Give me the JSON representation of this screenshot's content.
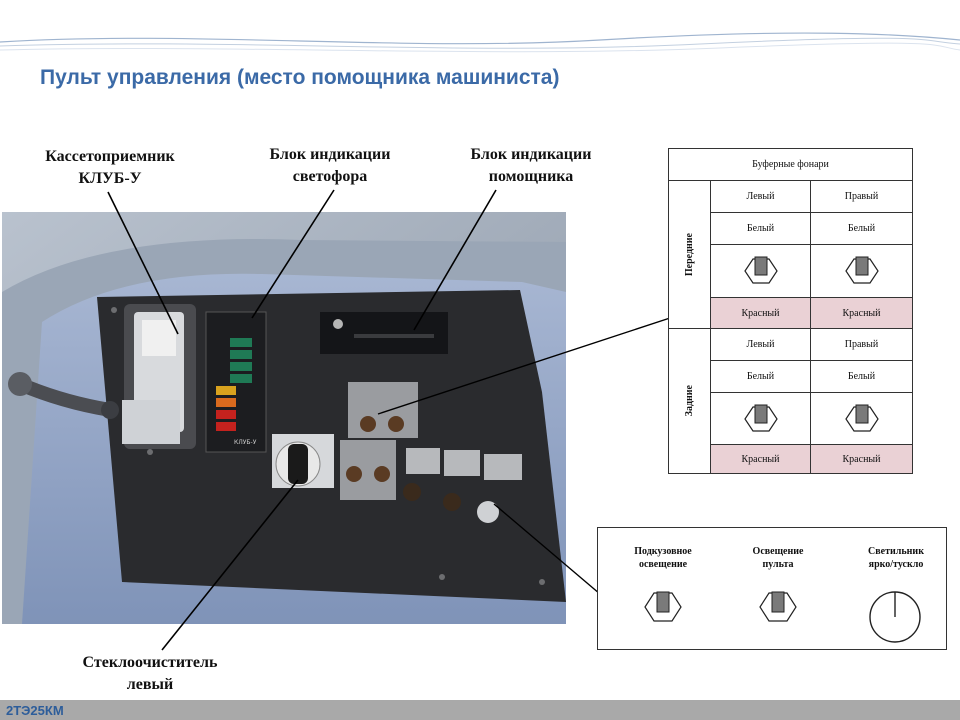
{
  "header": {
    "title": "Пульт управления (место помощника машиниста)"
  },
  "captions": {
    "cassette_line1": "Кассетоприемник",
    "cassette_line2": "КЛУБ-У",
    "signal_line1": "Блок индикации",
    "signal_line2": "светофора",
    "assistant_line1": "Блок индикации",
    "assistant_line2": "помощника",
    "wiper_line1": "Стеклоочиститель",
    "wiper_line2": "левый"
  },
  "buffer_table": {
    "title": "Буферные фонари",
    "front_label": "Передние",
    "rear_label": "Задние",
    "left": "Левый",
    "right": "Правый",
    "white": "Белый",
    "red": "Красный"
  },
  "lighting_table": {
    "underbody_line1": "Подкузовное",
    "underbody_line2": "освещение",
    "panel_line1": "Освещение",
    "panel_line2": "пульта",
    "lamp_line1": "Светильник",
    "lamp_line2": "ярко/тускло"
  },
  "photo_labels": {
    "device": "КЛУБ-У"
  },
  "footer": {
    "model": "2ТЭ25КМ"
  },
  "colors": {
    "title": "#3b6aa7",
    "footer_bar": "#a9a9a9",
    "red_cell": "#ead1d5",
    "panel": "#2a2b2e",
    "console": "#8fa2c4"
  }
}
